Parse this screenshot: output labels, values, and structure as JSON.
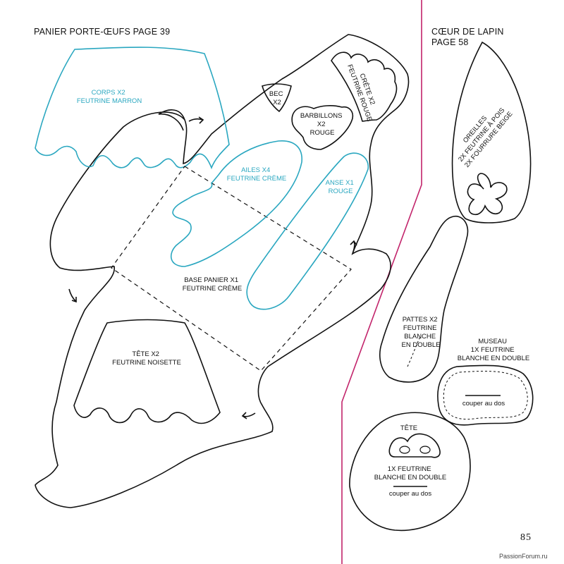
{
  "left_section": {
    "title": "PANIER PORTE-ŒUFS PAGE 39",
    "pieces": {
      "corps": [
        "CORPS X2",
        "FEUTRINE MARRON"
      ],
      "bec": [
        "BEC",
        "X2"
      ],
      "crete": [
        "CRÊTE X2",
        "FEUTRINE ROUGE"
      ],
      "barbillons": [
        "BARBILLONS",
        "X2",
        "ROUGE"
      ],
      "ailes": [
        "AILES X4",
        "FEUTRINE CRÈME"
      ],
      "anse": [
        "ANSE X1",
        "ROUGE"
      ],
      "base": [
        "BASE PANIER X1",
        "FEUTRINE CRÈME"
      ],
      "tete": [
        "TÊTE X2",
        "FEUTRINE NOISETTE"
      ]
    }
  },
  "right_section": {
    "title": [
      "CŒUR DE LAPIN",
      "PAGE 58"
    ],
    "pieces": {
      "oreilles": [
        "OREILLES",
        "2X FEUTRINE À POIS",
        "2X FOURRURE BEIGE"
      ],
      "pattes": [
        "PATTES X2",
        "FEUTRINE",
        "BLANCHE",
        "EN DOUBLE"
      ],
      "museau": [
        "MUSEAU",
        "1X FEUTRINE",
        "BLANCHE EN DOUBLE"
      ],
      "museau_cut": "couper au dos",
      "tete_title": "TÊTE",
      "tete": [
        "1X FEUTRINE",
        "BLANCHE EN DOUBLE"
      ],
      "tete_cut": "couper au dos"
    }
  },
  "page_number": "85",
  "watermark": "PassionForum.ru",
  "colors": {
    "outline": "#111111",
    "cyan": "#2aa7c0",
    "divider": "#c2246b"
  }
}
